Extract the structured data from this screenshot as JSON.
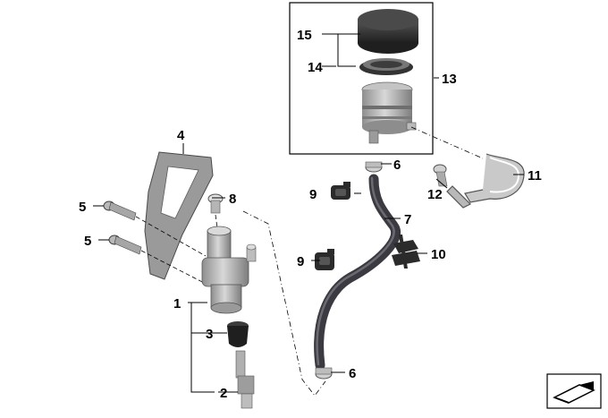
{
  "diagram": {
    "part_numbers": {
      "p1": "1",
      "p2": "2",
      "p3": "3",
      "p4": "4",
      "p5a": "5",
      "p5b": "5",
      "p6a": "6",
      "p6b": "6",
      "p7": "7",
      "p8": "8",
      "p9a": "9",
      "p9b": "9",
      "p10": "10",
      "p11": "11",
      "p12": "12",
      "p13": "13",
      "p14": "14",
      "p15": "15"
    },
    "colors": {
      "line": "#000000",
      "metal": "#a9a9a9",
      "dark": "#2b2b2b",
      "hose": "#3a3a40"
    },
    "nav_icon": "page-turn-icon"
  }
}
